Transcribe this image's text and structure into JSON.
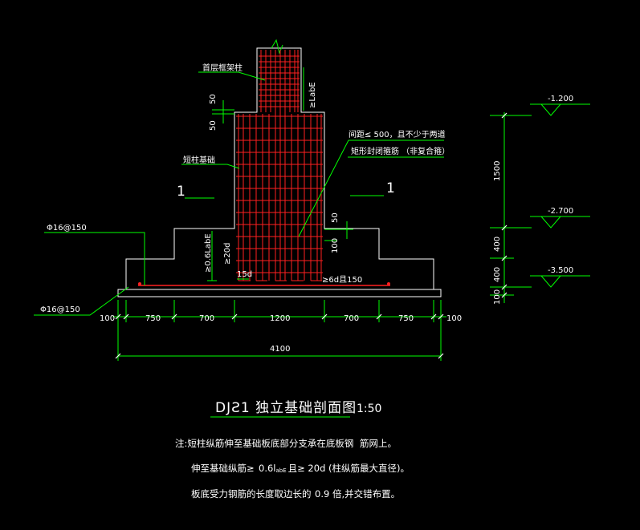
{
  "drawing": {
    "title": "DJƧ1 独立基础剖面图",
    "scale": "1:50"
  },
  "labels": {
    "column": "首层框架柱",
    "short_column": "短柱基础",
    "stirrup_note_1": "间距≤ 500，且不少于两道",
    "stirrup_note_2": "矩形封闭箍筋 （非复合箍）",
    "anchor_labe": "≥LabE",
    "anchor_06labe": "≥0.6LabE",
    "anchor_20d": "≥20d",
    "hook_15d": "15d",
    "bottom_stirrup": "≥6d且150",
    "rebar_top": "Φ16@150",
    "rebar_bottom": "Φ16@150",
    "section_left": "1",
    "section_right": "1",
    "dim_50_a": "50",
    "dim_50_b": "50",
    "dim_50_c": "50",
    "dim_100_side": "100"
  },
  "dims_horizontal": [
    "100",
    "750",
    "700",
    "1200",
    "700",
    "750",
    "100"
  ],
  "dim_total": "4100",
  "elevations": [
    "-1.200",
    "-2.700",
    "-3.500"
  ],
  "dims_vertical": [
    "1500",
    "400",
    "400",
    "100"
  ],
  "notes": {
    "line1_a": "注:短柱纵筋伸至基础板底部分支承在底板钢",
    "line1_b": "筋网上。",
    "line2_a": "伸至基础纵筋≥",
    "line2_b": "0.6l",
    "line2_sub": "abE",
    "line2_c": "且≥ 20d (柱纵筋最大直径)。",
    "line3_a": "板底受力钢筋的长度取边长的",
    "line3_b": "0.9 倍,并交错布置。"
  },
  "colors": {
    "outline": "#ffffff",
    "dimension": "#00ff00",
    "rebar": "#ff2020",
    "leader": "#00ff00"
  }
}
